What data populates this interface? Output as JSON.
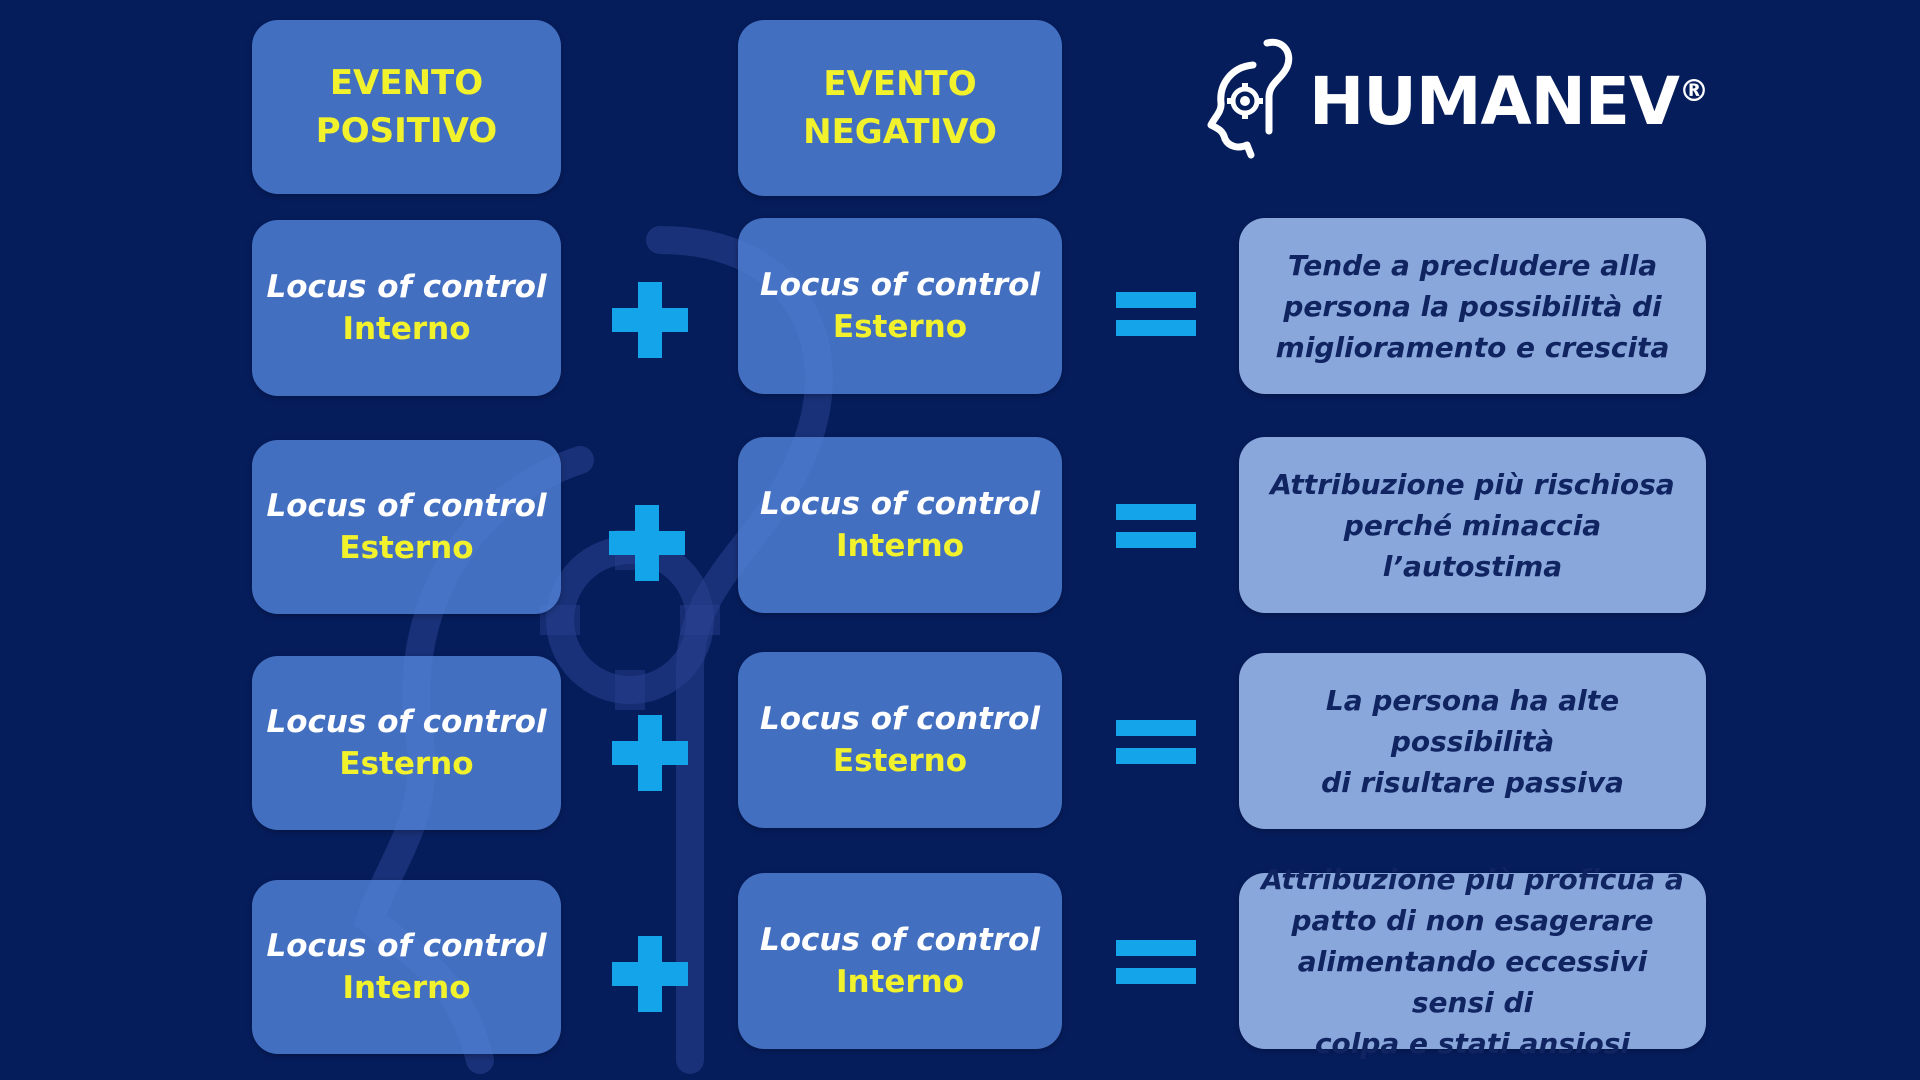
{
  "headers": {
    "positive": [
      "EVENTO",
      "POSITIVO"
    ],
    "negative": [
      "EVENTO",
      "NEGATIVO"
    ]
  },
  "logo": {
    "name": "HUMANEV",
    "registered_mark": "®"
  },
  "rows": [
    {
      "positive": {
        "main": "Locus of control",
        "sub": "Interno"
      },
      "negative": {
        "main": "Locus of control",
        "sub": "Esterno"
      },
      "result": [
        "Tende a precludere alla",
        "persona la possibilità di",
        "miglioramento e crescita"
      ]
    },
    {
      "positive": {
        "main": "Locus of control",
        "sub": "Esterno"
      },
      "negative": {
        "main": "Locus of control",
        "sub": "Interno"
      },
      "result": [
        "Attribuzione più rischiosa",
        "perché minaccia l’autostima"
      ]
    },
    {
      "positive": {
        "main": "Locus of control",
        "sub": "Esterno"
      },
      "negative": {
        "main": "Locus of control",
        "sub": "Esterno"
      },
      "result": [
        "La persona ha alte possibilità",
        "di risultare passiva"
      ]
    },
    {
      "positive": {
        "main": "Locus of control",
        "sub": "Interno"
      },
      "negative": {
        "main": "Locus of control",
        "sub": "Interno"
      },
      "result": [
        "Attribuzione più proficua a",
        "patto di non esagerare",
        "alimentando eccessivi sensi di",
        "colpa e stati ansiosi"
      ]
    }
  ],
  "colors": {
    "background": "#061d5c",
    "box_fill": "#5487dc",
    "result_fill": "#8aa7dc",
    "yellow_text": "#f2f22c",
    "result_text": "#0f2460",
    "symbol": "#14a4ea"
  },
  "icons": {
    "plus": "plus-icon",
    "equals": "equals-icon",
    "logo": "head-gear-logo-icon",
    "watermark": "head-gear-watermark-icon"
  }
}
